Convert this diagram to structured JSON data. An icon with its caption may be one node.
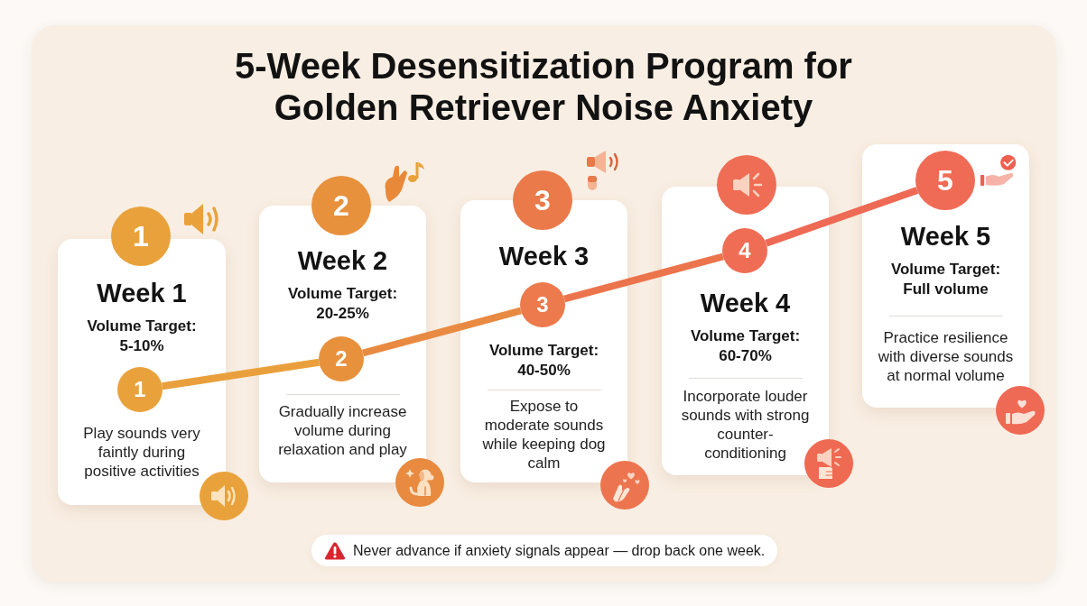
{
  "diagram": {
    "title": "5-Week Desensitization Program for Golden Retriever Noise Anxiety",
    "nodes": [
      {
        "text": [
          "1"
        ]
      },
      {
        "text": [
          "Week 1",
          "Volume Target: 5-10%",
          "Play sounds very faintly during positive activities"
        ]
      },
      {
        "text": [
          "1"
        ],
        "in": 1
      },
      {
        "text": [
          "2"
        ]
      },
      {
        "text": [
          "Week 2",
          "Volume Target: 20-25%",
          "Gradually increase volume during relaxation and play"
        ]
      },
      {
        "text": [
          "2"
        ],
        "in": 4
      },
      {
        "text": [
          "3"
        ]
      },
      {
        "text": [
          "Week 3",
          "Volume Target: 40-50%",
          "Expose to moderate sounds while keeping dog calm"
        ]
      },
      {
        "text": [
          "3"
        ],
        "in": 7
      },
      {
        "text": [
          "Week 4",
          "Volume Target: 60-70%",
          "Incorporate louder sounds with strong counter-conditioning"
        ]
      },
      {
        "text": [
          "4"
        ],
        "in": 9
      },
      {
        "text": [
          "Week 5",
          "Volume Target: Full volume",
          "Practice resilience with diverse sounds at normal volume"
        ]
      },
      {
        "text": [
          "5"
        ],
        "in": 11
      },
      {
        "text": [
          "Never advance if anxiety signals appear — drop back one week."
        ]
      }
    ],
    "edges": [
      {
        "from": 2,
        "to": 5,
        "arrow": "none",
        "color": "#e9a03c"
      },
      {
        "from": 5,
        "to": 8,
        "arrow": "none",
        "color": "#e98a42"
      },
      {
        "from": 8,
        "to": 10,
        "arrow": "none",
        "color": "#ec744c"
      },
      {
        "from": 10,
        "to": 12,
        "arrow": "none",
        "color": "#ee6a55"
      }
    ]
  }
}
